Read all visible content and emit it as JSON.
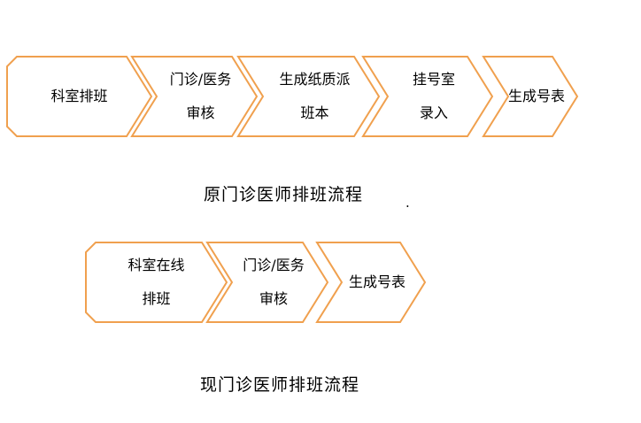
{
  "colors": {
    "shape_stroke": "#F0A04E",
    "shape_fill": "#FFFFFF",
    "text": "#000000"
  },
  "flows": [
    {
      "caption": "原门诊医师排班流程",
      "steps": [
        {
          "lines": [
            "科室排班"
          ]
        },
        {
          "lines": [
            "门诊/医务",
            "审核"
          ]
        },
        {
          "lines": [
            "生成纸质派",
            "班本"
          ]
        },
        {
          "lines": [
            "挂号室",
            "录入"
          ]
        },
        {
          "lines": [
            "生成号表"
          ]
        }
      ]
    },
    {
      "caption": "现门诊医师排班流程",
      "steps": [
        {
          "lines": [
            "科室在线",
            "排班"
          ]
        },
        {
          "lines": [
            "门诊/医务",
            "审核"
          ]
        },
        {
          "lines": [
            "生成号表"
          ]
        }
      ]
    }
  ],
  "stray_mark": "."
}
